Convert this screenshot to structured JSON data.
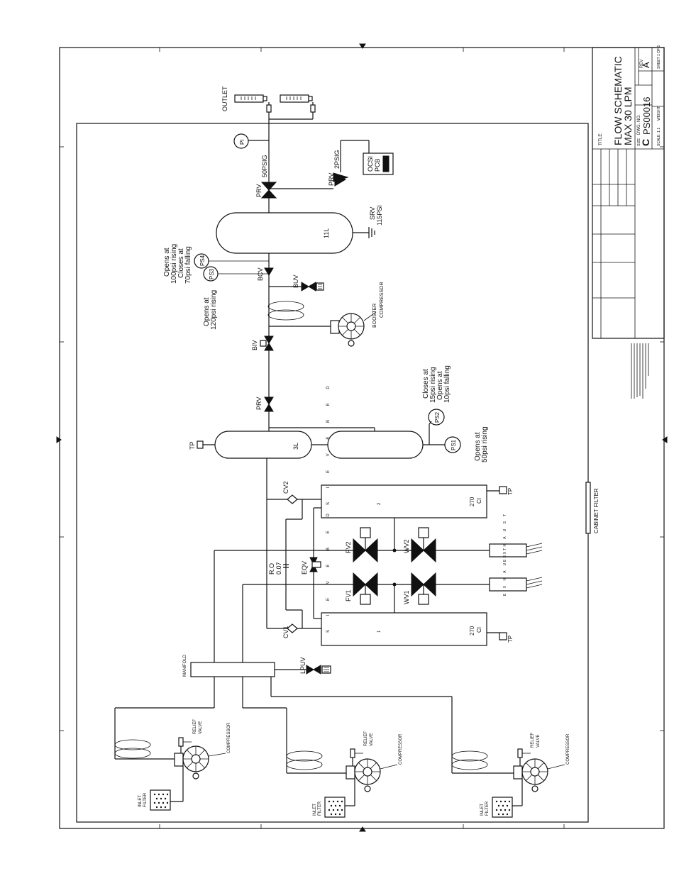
{
  "title_block": {
    "title_label": "TITLE:",
    "title_line1": "FLOW SCHEMATIC",
    "title_line2": "MAX 30 LPM",
    "size_label": "SIZE",
    "size_value": "C",
    "dwg_label": "DWG. NO.",
    "dwg_no": "PS00016",
    "rev_label": "REV",
    "rev_value": "A",
    "scale_label": "SCALE: 1:1",
    "weight_label": "WEIGHT:",
    "sheet_label": "SHEET 1 OF 1"
  },
  "labels": {
    "outlet": "OUTLET",
    "pi": "PI",
    "prv_50": "PRV",
    "psig_50": "50PSIG",
    "prv_2": "PRV",
    "psig_2": "2PSIG",
    "ocsi": "OCSI",
    "pcb": "PCB",
    "tank_11l": "11L",
    "srv": "SRV",
    "srv_psi": "115PSI",
    "ps4": "PS4",
    "ps4_note1": "Opens at",
    "ps4_note2": "100psi rising",
    "ps4_note3": "Closes at",
    "ps4_note4": "70psi falling",
    "ps3": "PS3",
    "ps3_note1": "Opens at",
    "ps3_note2": "120psi rising",
    "bcv": "BCV",
    "buv": "BUV",
    "booster1": "BOOSTER",
    "booster2": "COMPRESSOR",
    "biv": "BIV",
    "prv_mid": "PRV",
    "ps2_note1": "Closes at",
    "ps2_note2": "15psi rising",
    "ps2_note3": "Opens at",
    "ps2_note4": "10psi falling",
    "ps2": "PS2",
    "ps1": "PS1",
    "ps1_note1": "Opens at",
    "ps1_note2": "50psi rising",
    "tp_tank": "TP",
    "tank_3l": "3L",
    "cv2": "CV2",
    "cv1": "CV1",
    "sieve_letters": "S I E V E  B E D",
    "bed2_num": "2",
    "bed1_num": "1",
    "bed2_q1": "270",
    "bed2_q2": "CI",
    "bed1_q1": "270",
    "bed1_q2": "CI",
    "tp_bed2": "TP",
    "tp_bed1": "TP",
    "fv2": "FV2",
    "fv1": "FV1",
    "wv2": "WV2",
    "wv1": "WV1",
    "exhaust": "E X H A U S T",
    "ro": "R.O",
    "ro_val": "0.07",
    "eqv": "EQV",
    "manifold": "MANIFOLD",
    "lpuv": "LPUV",
    "cabinet_filter": "CABINET FILTER",
    "relief_valve1": "RELIEF",
    "relief_valve2": "VALVE",
    "compressor": "COMPRESSOR",
    "inlet1": "INLET",
    "inlet2": "FILTER"
  }
}
